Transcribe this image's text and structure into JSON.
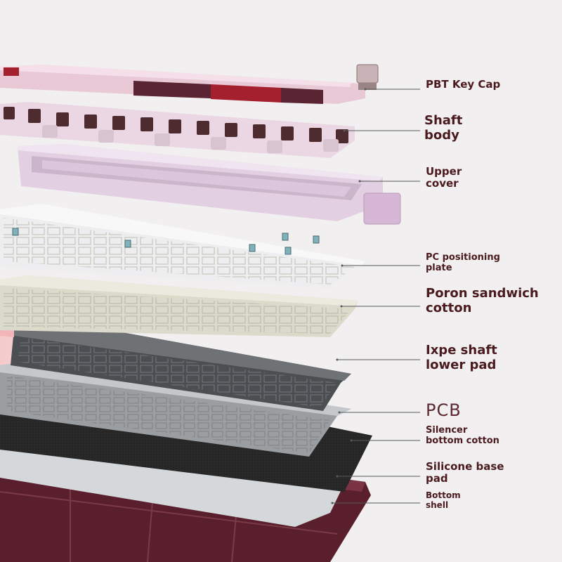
{
  "labels": [
    {
      "key": "keycap",
      "lines": [
        "PBT Key Cap"
      ]
    },
    {
      "key": "shaft",
      "lines": [
        "Shaft",
        "body"
      ]
    },
    {
      "key": "upper",
      "lines": [
        "Upper",
        "cover"
      ]
    },
    {
      "key": "pcplate",
      "lines": [
        "PC positioning",
        "plate"
      ]
    },
    {
      "key": "poron",
      "lines": [
        "Poron sandwich",
        "cotton"
      ]
    },
    {
      "key": "ixpe",
      "lines": [
        "Ixpe shaft",
        "lower pad"
      ]
    },
    {
      "key": "pcb",
      "lines": [
        "PCB"
      ]
    },
    {
      "key": "silencer",
      "lines": [
        "Silencer",
        "bottom cotton"
      ]
    },
    {
      "key": "silicone",
      "lines": [
        "Silicone base",
        "pad"
      ]
    },
    {
      "key": "bottom",
      "lines": [
        "Bottom",
        "shell"
      ]
    }
  ],
  "colors": {
    "label": "#4a1a1e",
    "keycap_light": "#e9c9d6",
    "keycap_dark": "#5a2433",
    "keycap_red": "#a5202e",
    "upper_cover": "#e3cfe2",
    "pc_plate": "#e8ebee",
    "poron": "#dcdacb",
    "ixpe": "#575a5c",
    "pcb": "#9a9ea0",
    "silencer": "#2a2a2a",
    "bottom_shell": "#5a1f2c"
  }
}
